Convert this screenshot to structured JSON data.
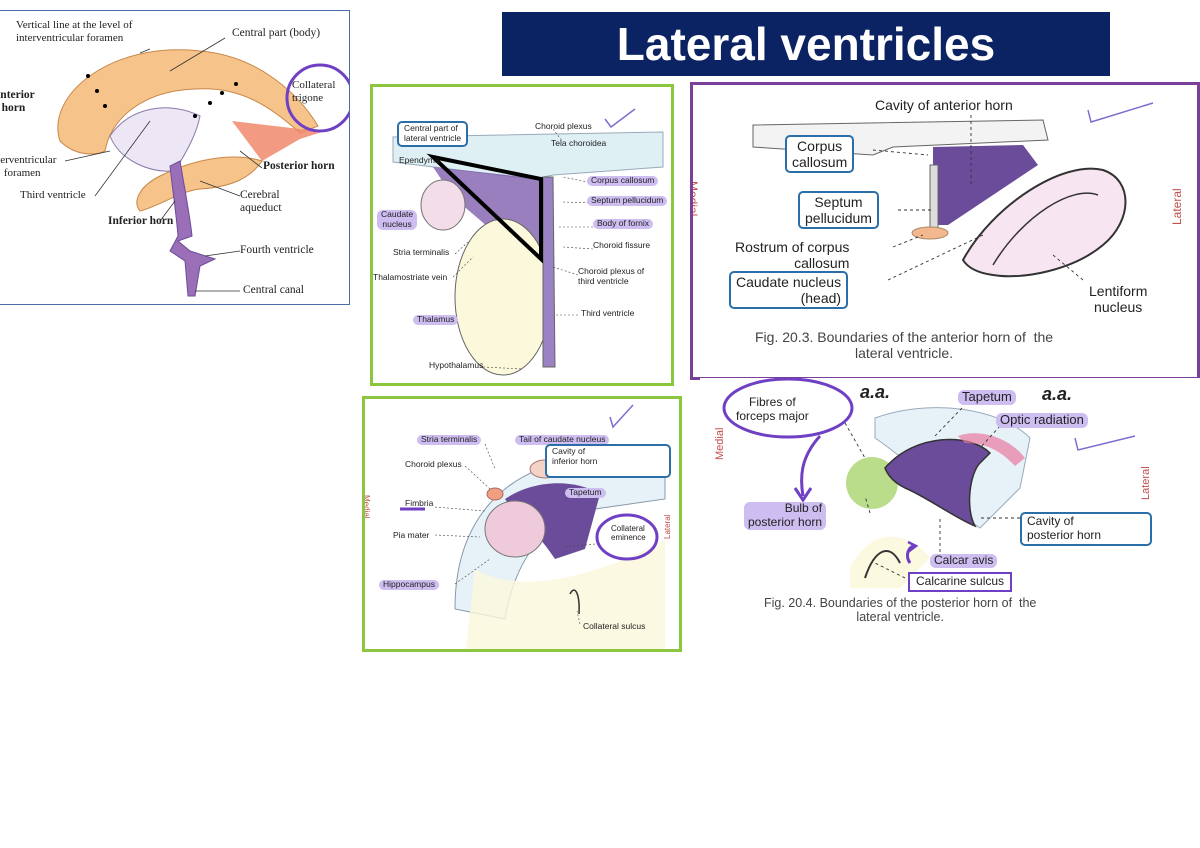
{
  "title": "Lateral ventricles",
  "panel1": {
    "labels": {
      "vertical_line": "Vertical line at the level of\ninterventricular foramen",
      "central_part": "Central part (body)",
      "collateral_trigone": "Collateral\ntrigone",
      "anterior_horn": "Anterior\nhorn",
      "interventricular_foramen": "Interventricular\nforamen",
      "third_ventricle": "Third ventricle",
      "posterior_horn": "Posterior horn",
      "inferior_horn": "Inferior horn",
      "cerebral_aqueduct": "Cerebral\naqueduct",
      "fourth_ventricle": "Fourth ventricle",
      "central_canal": "Central canal"
    }
  },
  "panel2": {
    "labels": {
      "central_part_lateral": "Central part of\nlateral ventricle",
      "choroid_plexus": "Choroid plexus",
      "tela_choroidea": "Tela choroidea",
      "ependyma": "Ependyma",
      "corpus_callosum": "Corpus callosum",
      "septum_pellucidum": "Septum pellucidum",
      "caudate_nucleus": "Caudate\nnucleus",
      "body_of_fornix": "Body of fornix",
      "choroid_fissure": "Choroid fissure",
      "stria_terminalis": "Stria terminalis",
      "thalamostriate_vein": "Thalamostriate vein",
      "choroid_plexus_third": "Choroid plexus of\nthird ventricle",
      "thalamus": "Thalamus",
      "third_ventricle": "Third ventricle",
      "hypothalamus": "Hypothalamus"
    }
  },
  "panel3": {
    "labels": {
      "cavity_anterior_horn": "Cavity of anterior horn",
      "corpus_callosum": "Corpus\ncallosum",
      "septum_pellucidum": "Septum\npellucidum",
      "rostrum": "Rostrum of corpus\ncallosum",
      "caudate_head": "Caudate nucleus\n(head)",
      "lentiform": "Lentiform\nnucleus",
      "medial": "Medial",
      "lateral": "Lateral",
      "caption": "Fig. 20.3. Boundaries of the anterior horn of  the\nlateral ventricle."
    }
  },
  "panel4": {
    "labels": {
      "stria_terminalis": "Stria terminalis",
      "tail_caudate": "Tail of caudate nucleus",
      "choroid_plexus": "Choroid plexus",
      "cavity_inferior": "Cavity of\ninferior horn",
      "tapetum": "Tapetum",
      "fimbria": "Fimbria",
      "medial": "Medial",
      "lateral": "Lateral",
      "pia_mater": "Pia mater",
      "collateral_eminence": "Collateral\neminence",
      "hippocampus": "Hippocampus",
      "collateral_sulcus": "Collateral sulcus"
    }
  },
  "panel5": {
    "labels": {
      "fibres_forceps": "Fibres of\nforceps major",
      "annot1": "a.a.",
      "tapetum": "Tapetum",
      "annot2": "a.a.",
      "optic_radiation": "Optic radiation",
      "medial": "Medial",
      "lateral": "Lateral",
      "bulb": "Bulb of\nposterior horn",
      "cavity_posterior": "Cavity of\nposterior horn",
      "calcar_avis": "Calcar avis",
      "calcarine_sulcus": "Calcarine sulcus",
      "caption": "Fig. 20.4. Boundaries of the posterior horn of  the\nlateral ventricle."
    }
  },
  "colors": {
    "title_bg": "#0c2363",
    "highlight": "#cdbdf0",
    "annotation_purple": "#6f3fc4",
    "green_frame": "#8cc63f",
    "purple_frame": "#7a3f98",
    "ventricle_orange": "#f6c48a",
    "ventricle_purple": "#6b4c9a"
  }
}
